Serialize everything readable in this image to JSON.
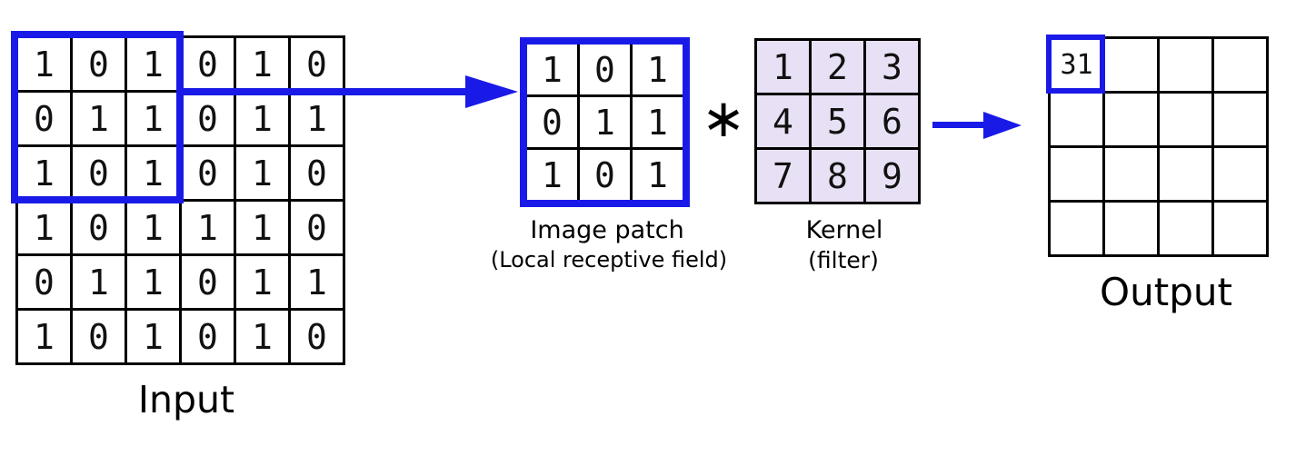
{
  "colors": {
    "accent_blue": "#1a1ae8",
    "kernel_bg": "#e8e0f4",
    "grid_line": "#000000"
  },
  "icons": {
    "input_to_patch": "arrow-right",
    "kernel_to_output": "arrow-right"
  },
  "input": {
    "label": "Input",
    "grid": [
      [
        1,
        0,
        1,
        0,
        1,
        0
      ],
      [
        0,
        1,
        1,
        0,
        1,
        1
      ],
      [
        1,
        0,
        1,
        0,
        1,
        0
      ],
      [
        1,
        0,
        1,
        1,
        1,
        0
      ],
      [
        0,
        1,
        1,
        0,
        1,
        1
      ],
      [
        1,
        0,
        1,
        0,
        1,
        0
      ]
    ]
  },
  "patch": {
    "label": "Image patch",
    "sublabel": "(Local receptive field)",
    "grid": [
      [
        1,
        0,
        1
      ],
      [
        0,
        1,
        1
      ],
      [
        1,
        0,
        1
      ]
    ]
  },
  "operator": "∗",
  "kernel": {
    "label": "Kernel",
    "sublabel": "(filter)",
    "grid": [
      [
        1,
        2,
        3
      ],
      [
        4,
        5,
        6
      ],
      [
        7,
        8,
        9
      ]
    ]
  },
  "output": {
    "label": "Output",
    "highlighted_value": "31",
    "grid": [
      [
        "31",
        "",
        "",
        ""
      ],
      [
        "",
        "",
        "",
        ""
      ],
      [
        "",
        "",
        "",
        ""
      ],
      [
        "",
        "",
        "",
        ""
      ]
    ]
  }
}
